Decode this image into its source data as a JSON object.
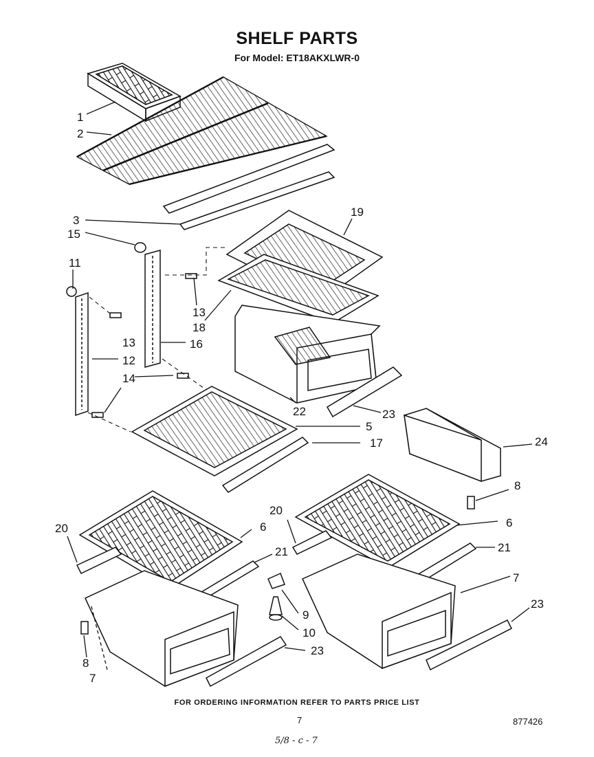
{
  "header": {
    "title": "SHELF PARTS",
    "subtitle": "For Model: ET18AKXLWR-0"
  },
  "callouts": [
    "1",
    "2",
    "3",
    "15",
    "11",
    "13",
    "13",
    "18",
    "19",
    "16",
    "12",
    "14",
    "22",
    "23",
    "5",
    "17",
    "24",
    "8",
    "20",
    "6",
    "20",
    "6",
    "21",
    "21",
    "9",
    "10",
    "7",
    "7",
    "23",
    "23",
    "8",
    "7"
  ],
  "footer": {
    "ordering_note": "FOR ORDERING INFORMATION REFER TO PARTS PRICE LIST",
    "page_number": "7",
    "document_number": "877426",
    "handwritten_note": "5/8 - c - 7"
  },
  "colors": {
    "ink": "#111111",
    "background": "#ffffff"
  }
}
